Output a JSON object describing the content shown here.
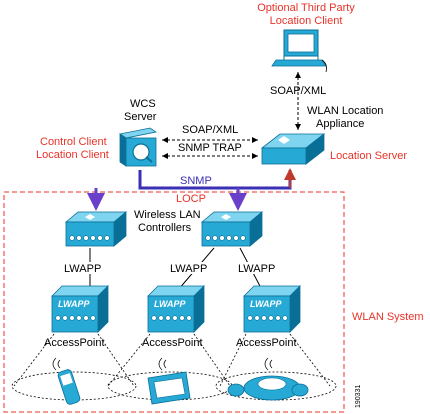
{
  "labels": {
    "third_party_line1": "Optional Third Party",
    "third_party_line2": "Location Client",
    "soap_xml_vertical": "SOAP/XML",
    "wlan_appliance_line1": "WLAN Location",
    "wlan_appliance_line2": "Appliance",
    "wcs_line1": "WCS",
    "wcs_line2": "Server",
    "control_client_line1": "Control Client",
    "control_client_line2": "Location Client",
    "soap_xml_horizontal": "SOAP/XML",
    "snmp_trap": "SNMP TRAP",
    "location_server": "Location Server",
    "snmp": "SNMP",
    "locp": "LOCP",
    "wlc_line1": "Wireless LAN",
    "wlc_line2": "Controllers",
    "lwapp_left": "LWAPP",
    "lwapp_mid": "LWAPP",
    "lwapp_right": "LWAPP",
    "ap_tag": "LWAPP",
    "accesspoint_left": "AccessPoint",
    "accesspoint_mid": "AccessPoint",
    "accesspoint_right": "AccessPoint",
    "wlan_system": "WLAN System",
    "figure_number": "190331"
  },
  "colors": {
    "device_cyan": "#27a9d6",
    "device_dark": "#0a6f96",
    "device_light": "#7fd4ef",
    "red_label": "#e8332a",
    "blue_link": "#3b2fb5",
    "purple_link": "#6a3fc9"
  }
}
